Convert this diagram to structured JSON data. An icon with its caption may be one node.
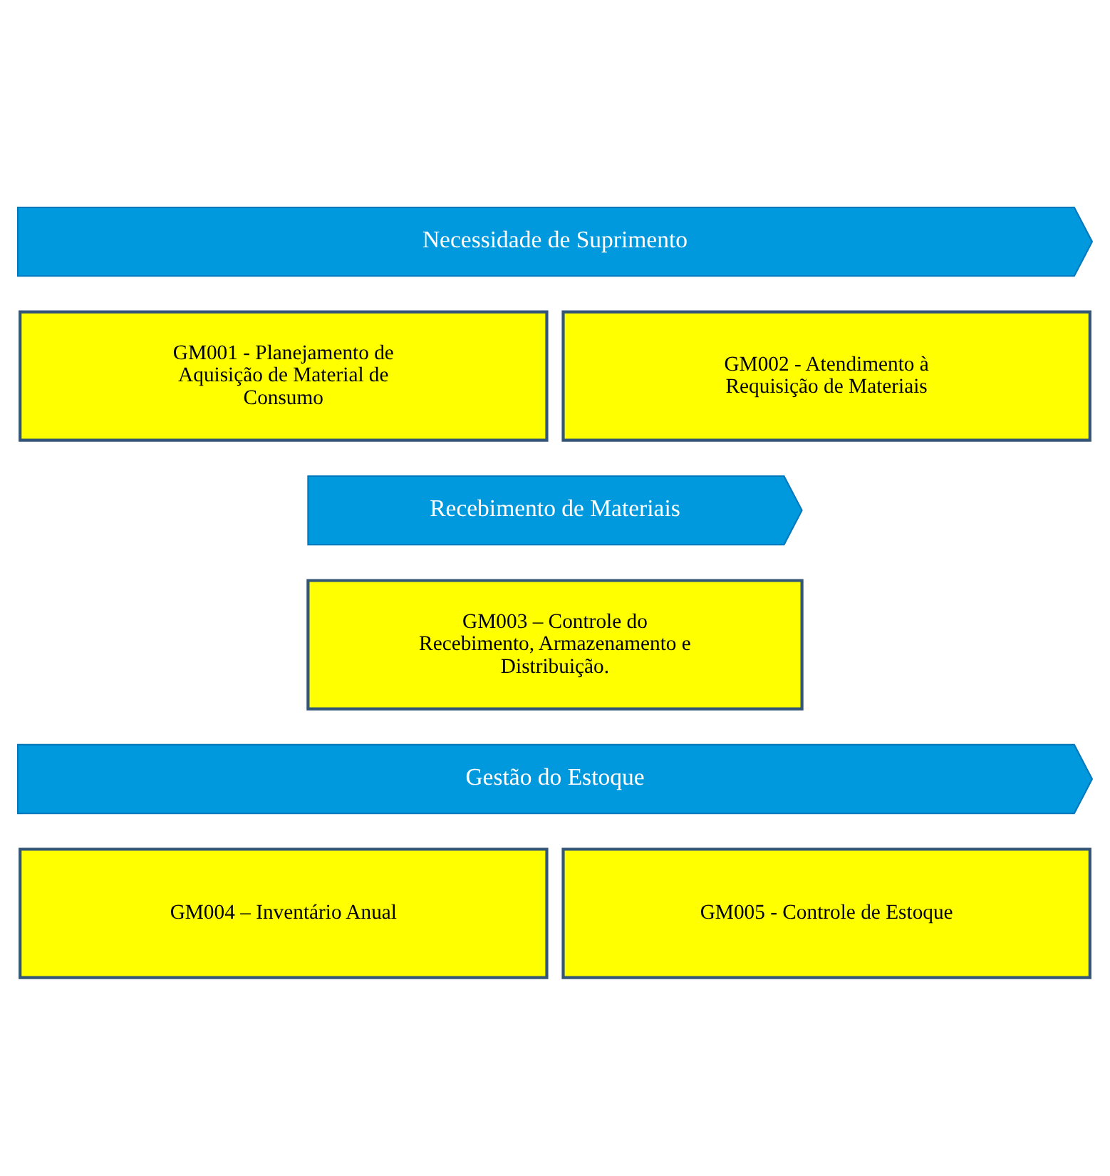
{
  "diagram": {
    "nodes": [
      {
        "text": [
          "Necessidade de Suprimento"
        ]
      },
      {
        "text": [
          "GM001 - Planejamento de Aquisição de Material de Consumo"
        ]
      },
      {
        "text": [
          "GM002 - Atendimento à Requisição de Materiais"
        ]
      },
      {
        "text": [
          "Recebimento de Materiais"
        ]
      },
      {
        "text": [
          "GM003 – Controle do Recebimento, Armazenamento e Distribuição."
        ]
      },
      {
        "text": [
          "Gestão do Estoque"
        ]
      },
      {
        "text": [
          "GM004 – Inventário Anual"
        ]
      },
      {
        "text": [
          "GM005 - Controle de Estoque"
        ]
      }
    ],
    "edges": []
  }
}
